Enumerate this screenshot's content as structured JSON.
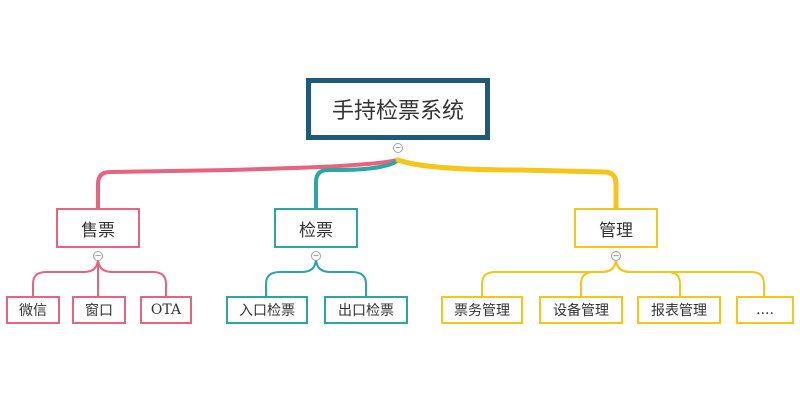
{
  "root": {
    "label": "手持检票系统",
    "color": "#1f5a7a"
  },
  "branches": [
    {
      "label": "售票",
      "color": "#e8637f",
      "leaves": [
        "微信",
        "窗口",
        "OTA"
      ]
    },
    {
      "label": "检票",
      "color": "#2aa7a3",
      "leaves": [
        "入口检票",
        "出口检票"
      ]
    },
    {
      "label": "管理",
      "color": "#f5c518",
      "leaves": [
        "票务管理",
        "设备管理",
        "报表管理",
        "...."
      ]
    }
  ],
  "collapse_glyph": "−"
}
